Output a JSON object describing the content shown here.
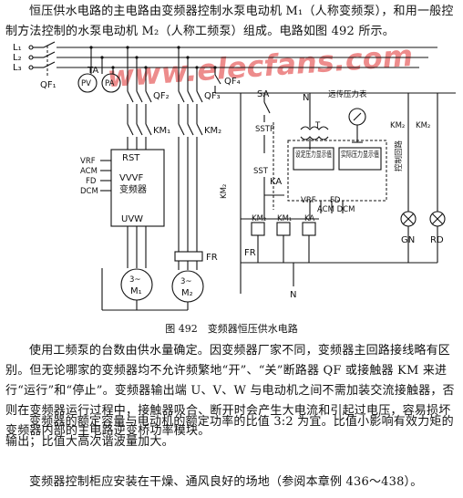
{
  "intro": "恒压供水电路的主电路由变频器控制水泵电动机 M₁（人称变频泵），和用一般控制方法控制的水泵电动机 M₂（人称工频泵）组成。电路如图 492 所示。",
  "caption": "图 492　变频器恒压供水电路",
  "body1": "使用工频泵的台数由供水量确定。因变频器厂家不同，变频器主回路接线略有区别。但无论哪家的变频器均不允许频繁地“开”、“关”断路器 QF 或接触器 KM 来进行“运行”和“停止”。变频器输出端 U、V、W 与电动机之间不需加装交流接触器，否则在变频器运行过程中，接触器吸合、断开时会产生大电流和引起过电压，容易损坏变频器内部的主电路逆变桥功率模块。",
  "body2": "变频器的额定容量与电动机的额定功率的比值 3:2 为宜。比值小影响有效力矩的输出；比值大高次谐波量加大。",
  "body3": "变频器控制柜应安装在干燥、通风良好的场地（参阅本章例 436～438）。",
  "watermark": "www.elecfans.com",
  "labels": {
    "L1": "L₁",
    "L2": "L₂",
    "L3": "L₃",
    "QF1": "QF₁",
    "QF2": "QF₂",
    "QF3": "QF₃",
    "QF4": "QF₄",
    "TA": "TA",
    "PV": "PV",
    "PA": "PA",
    "KM1": "KM₁",
    "KM2": "KM₂",
    "RST": "RST",
    "VVVF": "VVVF",
    "inverter": "变频器",
    "UVW": "UVW",
    "VRF": "VRF",
    "ACM": "ACM",
    "FD": "FD",
    "DCM": "DCM",
    "FR": "FR",
    "M1": "M₁",
    "M2": "M₂",
    "motor_sym": "3~",
    "SA": "SA",
    "SSTP": "SSTP",
    "SST": "SST",
    "N_top": "N",
    "pressure_gauge": "远传压力表",
    "T": "T",
    "set_pressure_display": "设定压力显示值",
    "actual_pressure_display": "实际压力显示值",
    "KA": "KA",
    "KM1_coil": "KM₁",
    "KM2_coil": "KM₂",
    "KA_coil": "KA",
    "FR_contact": "FR",
    "N_bottom": "N",
    "VRF2": "VRF",
    "FD2": "FD",
    "ACM_DCM": "ACM DCM",
    "control_circuit": "控制回路",
    "GN": "GN",
    "RD": "RD",
    "KM2_left": "KM₂",
    "KM2_r1": "KM₂",
    "KM2_r2": "KM₂"
  }
}
